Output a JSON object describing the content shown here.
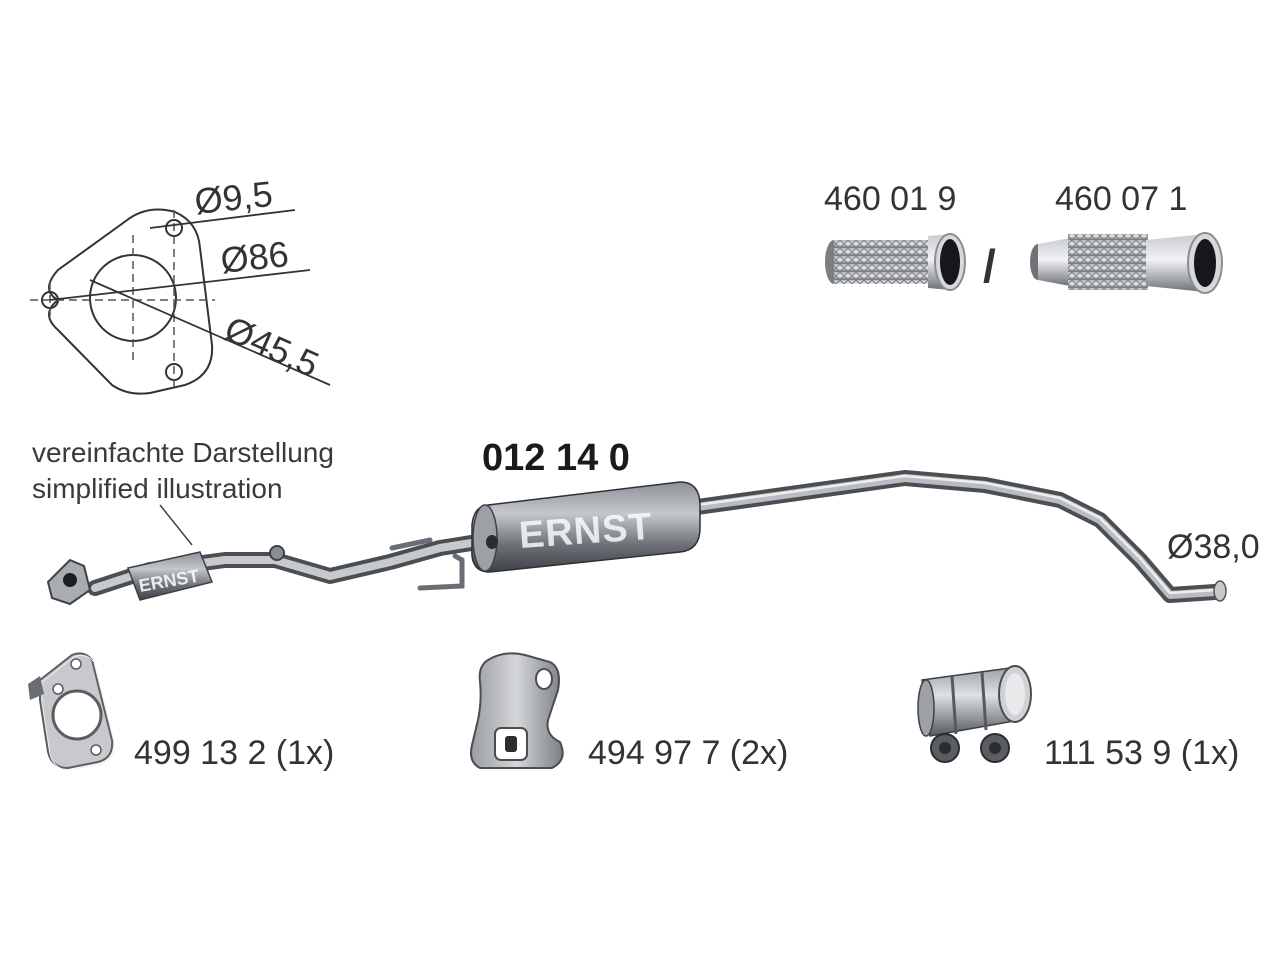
{
  "flange": {
    "hole_diameter": "Ø9,5",
    "bolt_circle": "Ø86",
    "bore": "Ø45,5"
  },
  "flex_pipes": {
    "option_a": "460 01 9",
    "separator": "/",
    "option_b": "460 07 1"
  },
  "note": {
    "de": "vereinfachte Darstellung",
    "en": "simplified illustration"
  },
  "main_part": {
    "number": "012 14 0",
    "brand": "ERNST",
    "outlet_diameter": "Ø38,0"
  },
  "accessories": [
    {
      "label": "499 13 2 (1x)",
      "icon": "gasket-icon"
    },
    {
      "label": "494 97 7 (2x)",
      "icon": "rubber-hanger-icon"
    },
    {
      "label": "111 53 9 (1x)",
      "icon": "pipe-clamp-icon"
    }
  ],
  "colors": {
    "steel_dark": "#4a4d52",
    "steel_mid": "#8a8e94",
    "steel_light": "#d9dbde",
    "text": "#2b2b2b"
  }
}
